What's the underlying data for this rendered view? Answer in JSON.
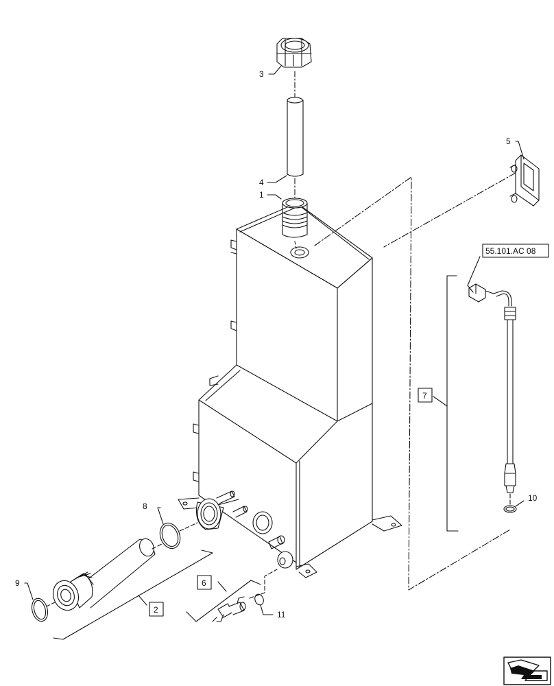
{
  "callouts": {
    "c1": "1",
    "c2": "2",
    "c3": "3",
    "c4": "4",
    "c5": "5",
    "c6": "6",
    "c7": "7",
    "c8": "8",
    "c9": "9",
    "c10": "10",
    "c11": "11"
  },
  "reference": "55.101.AC 08",
  "nav_icon": "next-page-arrow-icon"
}
